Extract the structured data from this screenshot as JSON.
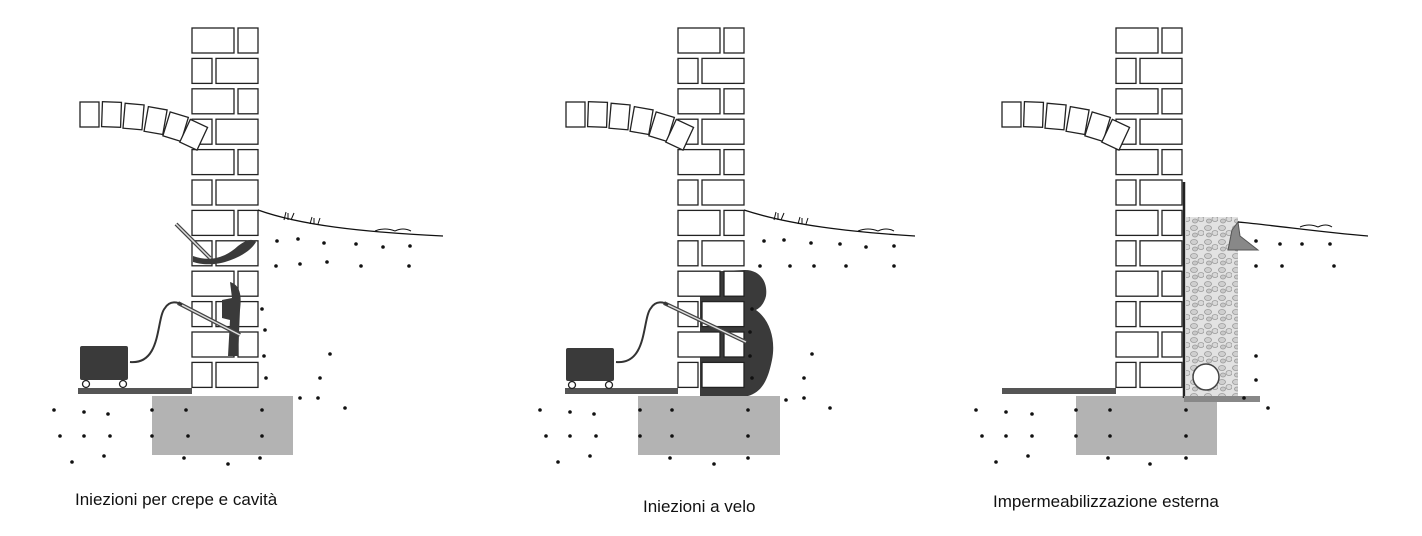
{
  "captions": [
    "Iniezioni per crepe e cavità",
    "Iniezioni a velo",
    "Impermeabilizzazione esterna"
  ],
  "colors": {
    "brick_fill": "#ffffff",
    "brick_stroke": "#222222",
    "foundation": "#b3b3b3",
    "injection": "#3a3a3a",
    "machine": "#3a3a3a",
    "gravel": "#d4d4d4",
    "soil_dots": "#111111"
  },
  "icons": [
    "injection-machine-icon",
    "injection-lance-icon",
    "drain-pipe-icon",
    "grass-tuft-icon"
  ]
}
